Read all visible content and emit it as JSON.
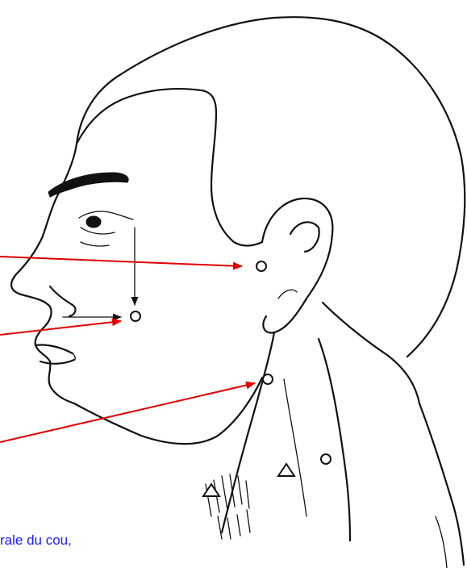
{
  "caption": {
    "text": "rale du cou,"
  },
  "colors": {
    "line_art": "#111111",
    "pointer_arrows": "#e00000",
    "caption_text": "#1a1aff",
    "background": "#ffffff"
  },
  "markers": {
    "circles": 4,
    "triangles": 2
  }
}
